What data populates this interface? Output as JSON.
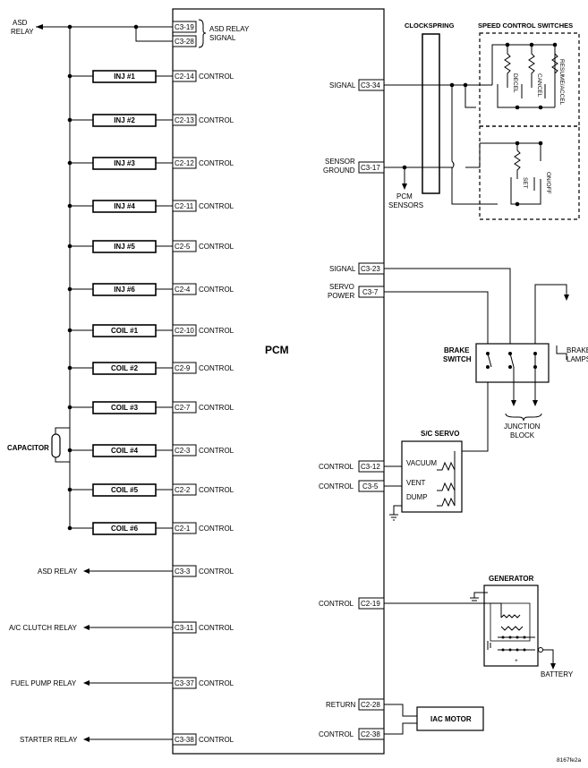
{
  "pcm": {
    "label": "PCM"
  },
  "asd_relay_supply": {
    "label": "ASD RELAY"
  },
  "asd_relay_signal": {
    "label": "ASD RELAY SIGNAL",
    "pins": [
      "C3-19",
      "C3-28"
    ]
  },
  "control_label": "CONTROL",
  "left_loads": [
    {
      "name": "INJ #1",
      "pin": "C2-14"
    },
    {
      "name": "INJ #2",
      "pin": "C2-13"
    },
    {
      "name": "INJ #3",
      "pin": "C2-12"
    },
    {
      "name": "INJ #4",
      "pin": "C2-11"
    },
    {
      "name": "INJ #5",
      "pin": "C2-5"
    },
    {
      "name": "INJ #6",
      "pin": "C2-4"
    },
    {
      "name": "COIL #1",
      "pin": "C2-10"
    },
    {
      "name": "COIL #2",
      "pin": "C2-9"
    },
    {
      "name": "COIL #3",
      "pin": "C2-7"
    },
    {
      "name": "COIL #4",
      "pin": "C2-3"
    },
    {
      "name": "COIL #5",
      "pin": "C2-2"
    },
    {
      "name": "COIL #6",
      "pin": "C2-1"
    }
  ],
  "capacitor": {
    "label": "CAPACITOR"
  },
  "relay_outputs": [
    {
      "name": "ASD RELAY",
      "pin": "C3-3"
    },
    {
      "name": "A/C CLUTCH RELAY",
      "pin": "C3-11"
    },
    {
      "name": "FUEL PUMP RELAY",
      "pin": "C3-37"
    },
    {
      "name": "STARTER RELAY",
      "pin": "C3-38"
    }
  ],
  "right_pins": {
    "signal_1": {
      "label": "SIGNAL",
      "pin": "C3-34"
    },
    "sensor_ground": {
      "label": "SENSOR GROUND",
      "pin": "C3-17"
    },
    "signal_2": {
      "label": "SIGNAL",
      "pin": "C3-23"
    },
    "servo_power": {
      "label": "SERVO POWER",
      "pin": "C3-7"
    },
    "control_1": {
      "label": "CONTROL",
      "pin": "C3-12"
    },
    "control_2": {
      "label": "CONTROL",
      "pin": "C3-5"
    },
    "control_3": {
      "label": "CONTROL",
      "pin": "C2-19"
    },
    "return": {
      "label": "RETURN",
      "pin": "C2-28"
    },
    "control_4": {
      "label": "CONTROL",
      "pin": "C2-38"
    }
  },
  "clockspring": {
    "label": "CLOCKSPRING"
  },
  "pcm_sensors": {
    "label": "PCM SENSORS"
  },
  "speed_control": {
    "title": "SPEED CONTROL SWITCHES",
    "switches": [
      "DECEL",
      "CANCEL",
      "RESUME/ACCEL",
      "SET",
      "ON/OFF"
    ]
  },
  "brake_switch": {
    "label": "BRAKE SWITCH"
  },
  "brake_lamps": {
    "label": "BRAKE LAMPS"
  },
  "junction_block": {
    "label": "JUNCTION BLOCK"
  },
  "sc_servo": {
    "title": "S/C SERVO",
    "channels": [
      "VACUUM",
      "VENT",
      "DUMP"
    ]
  },
  "generator": {
    "title": "GENERATOR"
  },
  "battery": {
    "label": "BATTERY"
  },
  "iac_motor": {
    "label": "IAC MOTOR"
  },
  "figure_id": "8167fe2a"
}
